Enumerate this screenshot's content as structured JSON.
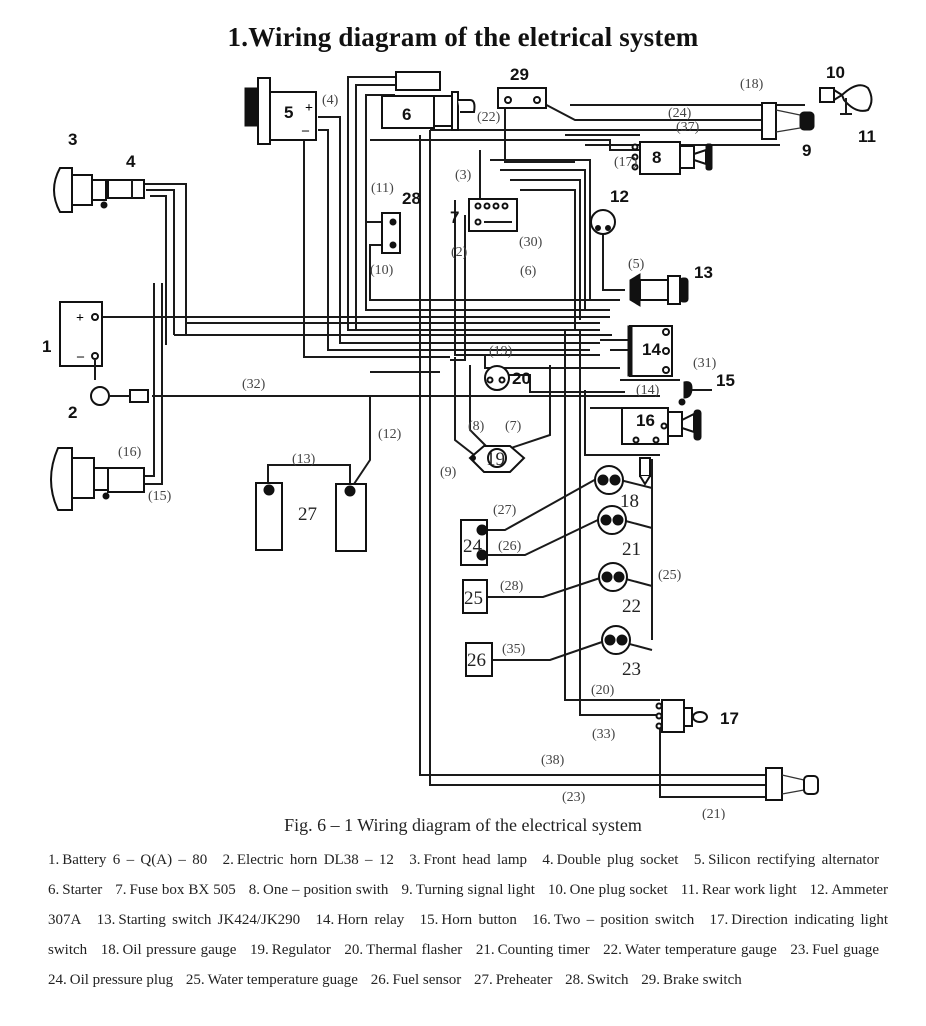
{
  "title": "1.Wiring diagram of the eletrical system",
  "caption": "Fig. 6 – 1 Wiring diagram of the electrical system",
  "component_numbers": {
    "c1": "1",
    "c2": "2",
    "c3": "3",
    "c4": "4",
    "c5": "5",
    "c6": "6",
    "c7": "7",
    "c8": "8",
    "c9": "9",
    "c10": "10",
    "c11": "11",
    "c12": "12",
    "c13": "13",
    "c14": "14",
    "c15": "15",
    "c16": "16",
    "c17": "17",
    "c18": "18",
    "c19": "19",
    "c20": "20",
    "c21": "21",
    "c22": "22",
    "c23": "23",
    "c24": "24",
    "c25": "25",
    "c26": "26",
    "c27": "27",
    "c28": "28",
    "c29": "29"
  },
  "battery_terminals": {
    "plus": "+",
    "minus": "–"
  },
  "alternator_terminals": {
    "plus": "+",
    "minus": "–"
  },
  "wire_labels": {
    "w2": "(2)",
    "w3": "(3)",
    "w4": "(4)",
    "w5": "(5)",
    "w6": "(6)",
    "w7": "(7)",
    "w8": "(8)",
    "w9": "(9)",
    "w10": "(10)",
    "w11": "(11)",
    "w12": "(12)",
    "w13": "(13)",
    "w14": "(14)",
    "w15": "(15)",
    "w16": "(16)",
    "w17": "(17)",
    "w18": "(18)",
    "w19": "(19)",
    "w20": "(20)",
    "w21": "(21)",
    "w22": "(22)",
    "w23": "(23)",
    "w24": "(24)",
    "w25": "(25)",
    "w26": "(26)",
    "w27": "(27)",
    "w28": "(28)",
    "w30": "(30)",
    "w31": "(31)",
    "w32": "(32)",
    "w33": "(33)",
    "w35": "(35)",
    "w37": "(37)",
    "w38": "(38)"
  },
  "legend": [
    {
      "num": "1.",
      "text": "Battery 6 – Q(A) – 80"
    },
    {
      "num": "2.",
      "text": "Electric horn DL38 – 12"
    },
    {
      "num": "3.",
      "text": "Front head lamp"
    },
    {
      "num": "4.",
      "text": "Double plug socket"
    },
    {
      "num": "5.",
      "text": "Silicon rectifying alternator"
    },
    {
      "num": "6.",
      "text": "Starter"
    },
    {
      "num": "7.",
      "text": "Fuse box BX 505"
    },
    {
      "num": "8.",
      "text": "One – position swith"
    },
    {
      "num": "9.",
      "text": "Turning signal light"
    },
    {
      "num": "10.",
      "text": "One plug socket"
    },
    {
      "num": "11.",
      "text": "Rear work light"
    },
    {
      "num": "12.",
      "text": "Ammeter 307A"
    },
    {
      "num": "13.",
      "text": "Starting switch JK424/JK290"
    },
    {
      "num": "14.",
      "text": "Horn relay"
    },
    {
      "num": "15.",
      "text": "Horn button"
    },
    {
      "num": "16.",
      "text": "Two – position switch"
    },
    {
      "num": "17.",
      "text": "Direction indicating light switch"
    },
    {
      "num": "18.",
      "text": "Oil pressure gauge"
    },
    {
      "num": "19.",
      "text": "Regulator"
    },
    {
      "num": "20.",
      "text": "Thermal flasher"
    },
    {
      "num": "21.",
      "text": "Counting timer"
    },
    {
      "num": "22.",
      "text": "Water temperature gauge"
    },
    {
      "num": "23.",
      "text": "Fuel guage"
    },
    {
      "num": "24.",
      "text": "Oil pressure plug"
    },
    {
      "num": "25.",
      "text": "Water temperature guage"
    },
    {
      "num": "26.",
      "text": "Fuel sensor"
    },
    {
      "num": "27.",
      "text": "Preheater"
    },
    {
      "num": "28.",
      "text": "Switch"
    },
    {
      "num": "29.",
      "text": "Brake switch"
    }
  ]
}
